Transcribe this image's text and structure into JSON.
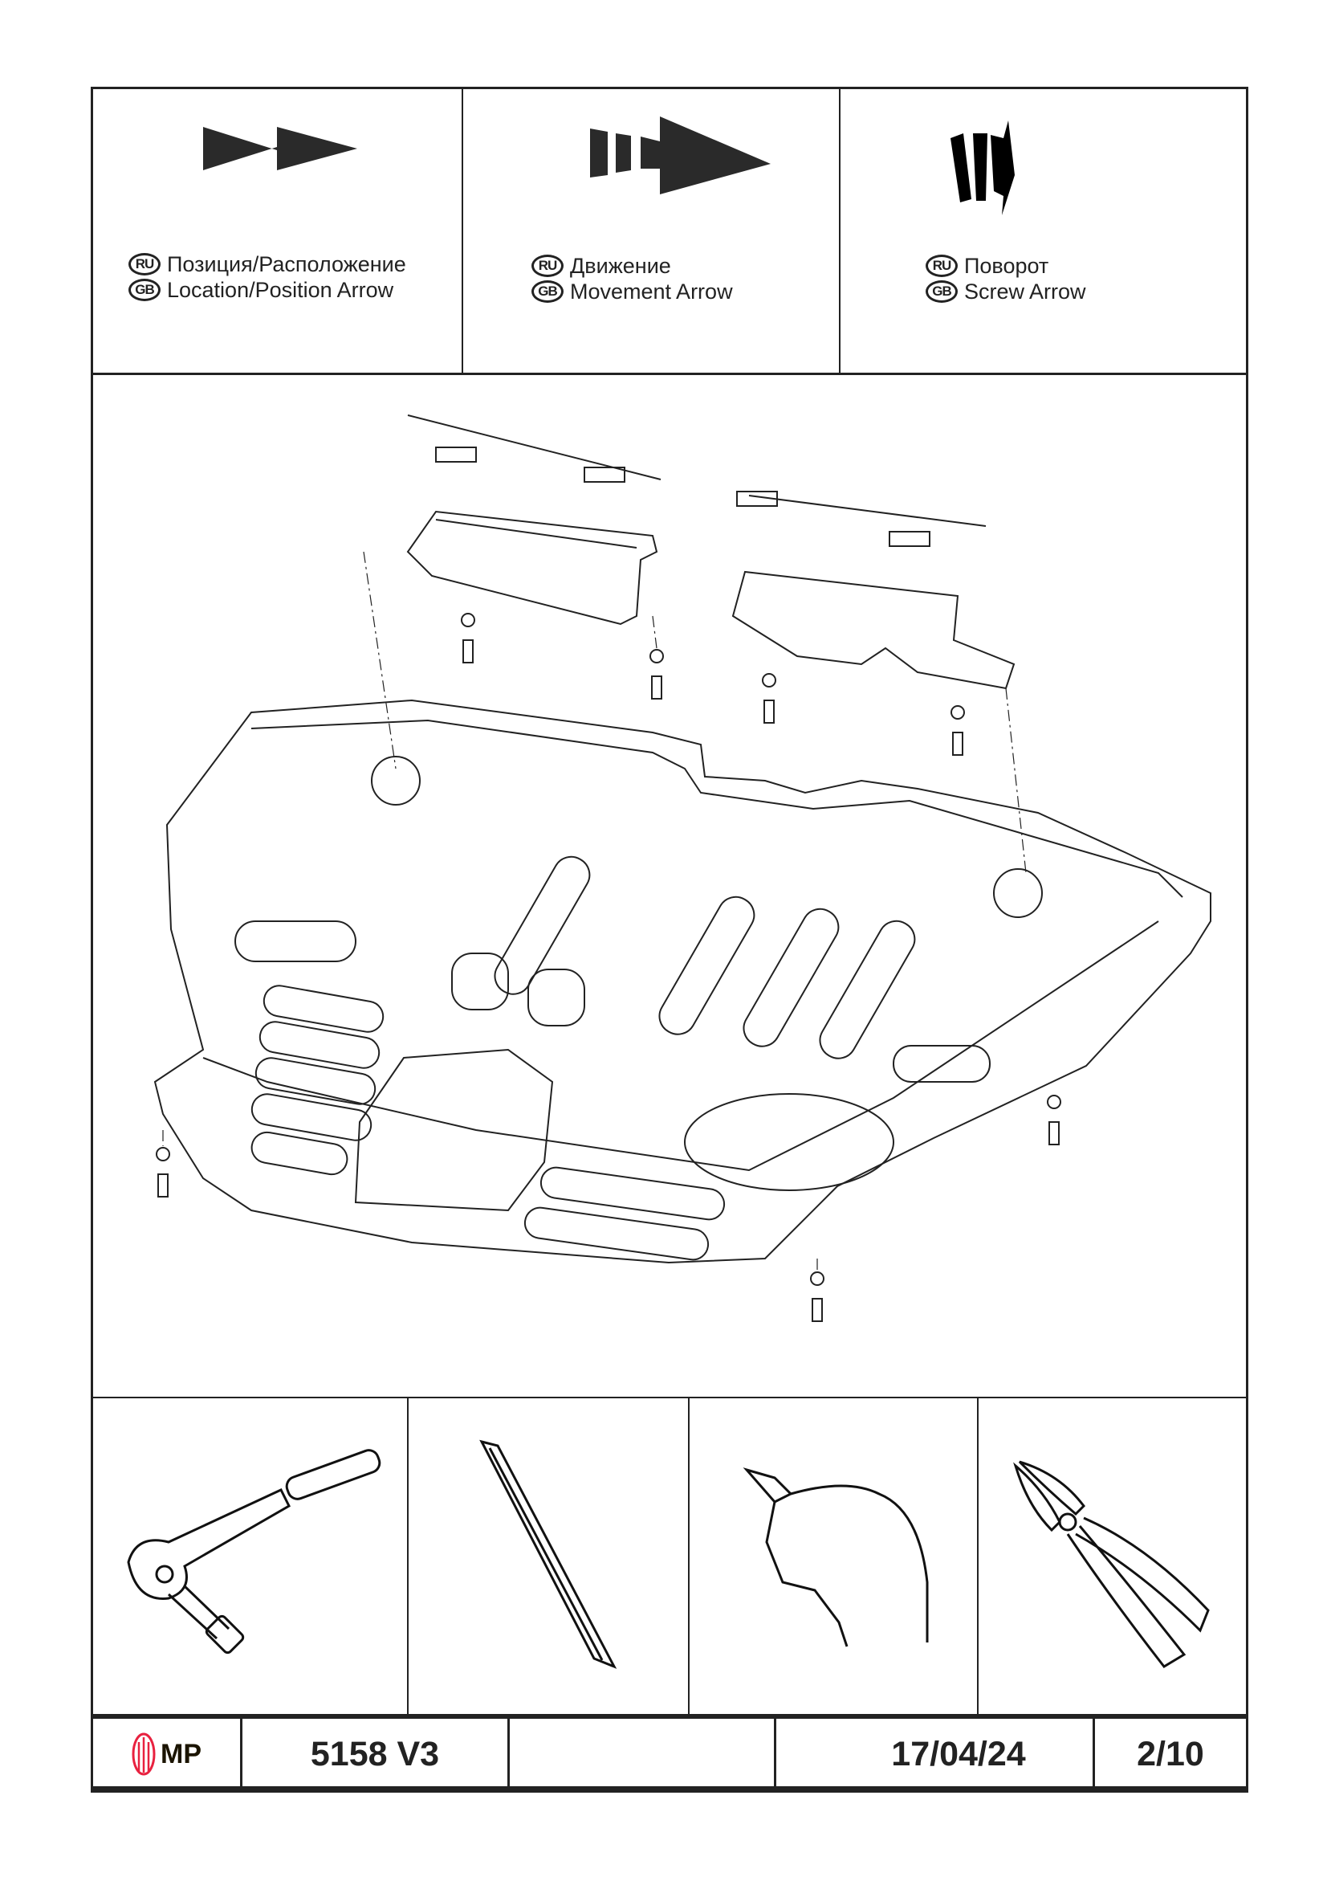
{
  "legend": [
    {
      "icon": "location-arrow-icon",
      "ru_badge": "RU",
      "gb_badge": "GB",
      "ru": "Позиция/Расположение",
      "gb": "Location/Position Arrow"
    },
    {
      "icon": "movement-arrow-icon",
      "ru_badge": "RU",
      "gb_badge": "GB",
      "ru": "Движение",
      "gb": "Movement Arrow"
    },
    {
      "icon": "screw-arrow-icon",
      "ru_badge": "RU",
      "gb_badge": "GB",
      "ru": "Поворот",
      "gb": "Screw Arrow"
    }
  ],
  "tools": [
    "ratchet-wrench-icon",
    "trim-tool-icon",
    "utility-knife-icon",
    "side-cutters-icon"
  ],
  "footer": {
    "logo_text": "MP",
    "logo_color": "#e8213f",
    "part_number": "5158 V3",
    "blank": "",
    "date": "17/04/24",
    "page": "2/10"
  }
}
